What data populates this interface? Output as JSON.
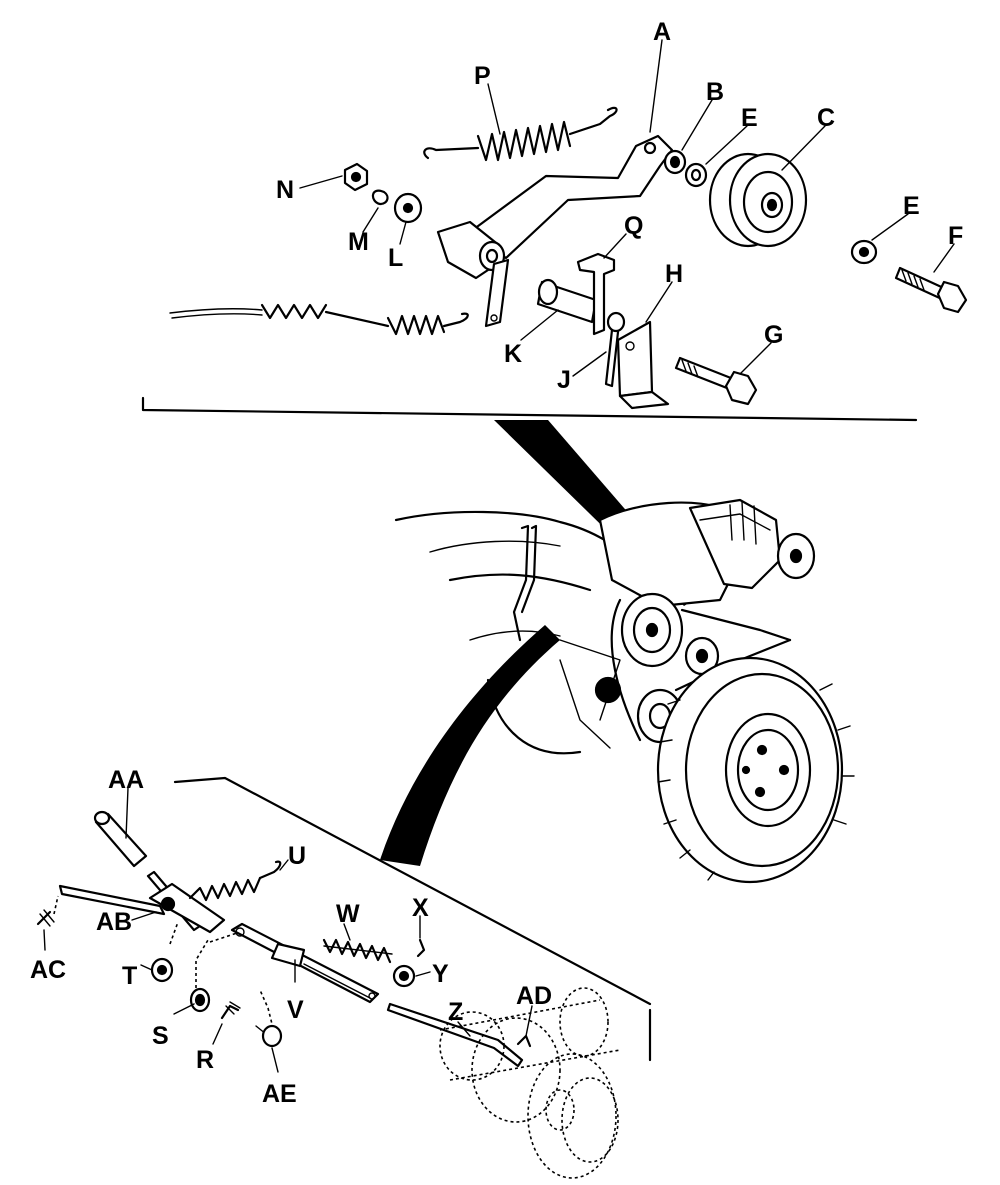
{
  "labels": {
    "A": "A",
    "B": "B",
    "C": "C",
    "E1": "E",
    "E2": "E",
    "F": "F",
    "G": "G",
    "H": "H",
    "J": "J",
    "K": "K",
    "L": "L",
    "M": "M",
    "N": "N",
    "P": "P",
    "Q": "Q",
    "AA": "AA",
    "AB": "AB",
    "AC": "AC",
    "AD": "AD",
    "AE": "AE",
    "R": "R",
    "S": "S",
    "T": "T",
    "U": "U",
    "V": "V",
    "W": "W",
    "X": "X",
    "Y": "Y",
    "Z": "Z"
  }
}
